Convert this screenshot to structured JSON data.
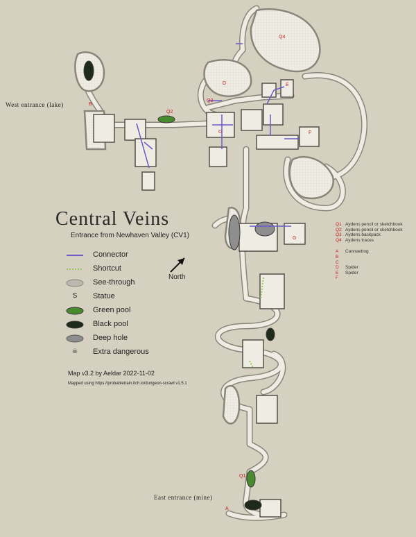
{
  "title": "Central Veins",
  "subtitle": "Entrance from Newhaven Valley  (CV1)",
  "regions": {
    "west": "West entrance (lake)",
    "east": "East entrance (mine)"
  },
  "north_label": "North",
  "legend": [
    {
      "symbol": "connector",
      "label": "Connector",
      "color": "#6a5bc8"
    },
    {
      "symbol": "shortcut",
      "label": "Shortcut",
      "color": "#9ac85a"
    },
    {
      "symbol": "see-through",
      "label": "See-through",
      "color": "#bdb8ad"
    },
    {
      "symbol": "statue",
      "label": "Statue",
      "glyph": "S"
    },
    {
      "symbol": "green-pool",
      "label": "Green pool",
      "color": "#4a8a2e"
    },
    {
      "symbol": "black-pool",
      "label": "Black pool",
      "color": "#1e2a1a"
    },
    {
      "symbol": "deep-hole",
      "label": "Deep hole",
      "color": "#8e8e8e"
    },
    {
      "symbol": "extra-dangerous",
      "label": "Extra dangerous",
      "glyph": "☠"
    }
  ],
  "credit": "Map v3.2 by Aeldar 2022-11-02",
  "mapped_using": "Mapped using https://probabletrain.itch.io/dungeon-scrawl v1.5.1",
  "poi": [
    {
      "code": "Q1",
      "desc": "Aydens pencil or sketchbook"
    },
    {
      "code": "Q2",
      "desc": "Aydens pencil or sketchbook"
    },
    {
      "code": "Q3",
      "desc": "Aydens backpack"
    },
    {
      "code": "Q4",
      "desc": "Aydens traces"
    },
    {
      "code": "A",
      "desc": "Cannaebog"
    },
    {
      "code": "B",
      "desc": ""
    },
    {
      "code": "C",
      "desc": ""
    },
    {
      "code": "D",
      "desc": "Spider"
    },
    {
      "code": "E",
      "desc": "Spider"
    },
    {
      "code": "F",
      "desc": ""
    }
  ],
  "map_labels": [
    {
      "text": "Q4"
    },
    {
      "text": "D"
    },
    {
      "text": "Q3"
    },
    {
      "text": "E"
    },
    {
      "text": "Q2"
    },
    {
      "text": "C"
    },
    {
      "text": "F"
    },
    {
      "text": "G"
    },
    {
      "text": "Q1"
    },
    {
      "text": "A"
    },
    {
      "text": "B"
    }
  ],
  "colors": {
    "background": "#d6d0c0",
    "floor": "#efece4",
    "wall": "#8a857a",
    "label_red": "#c02020",
    "connector": "#6a5bc8"
  }
}
